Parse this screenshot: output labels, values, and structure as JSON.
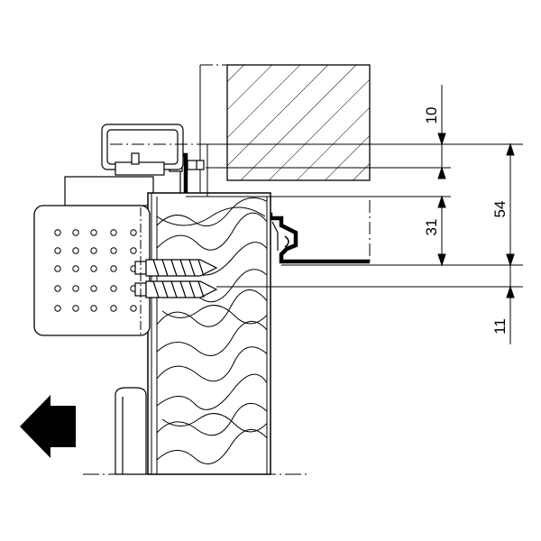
{
  "dimensions": {
    "d10": "10",
    "d54": "54",
    "d31": "31",
    "d11": "11"
  },
  "icons": {
    "direction_arrow": "arrow-left-icon"
  },
  "colors": {
    "line": "#000000",
    "background": "#ffffff"
  }
}
